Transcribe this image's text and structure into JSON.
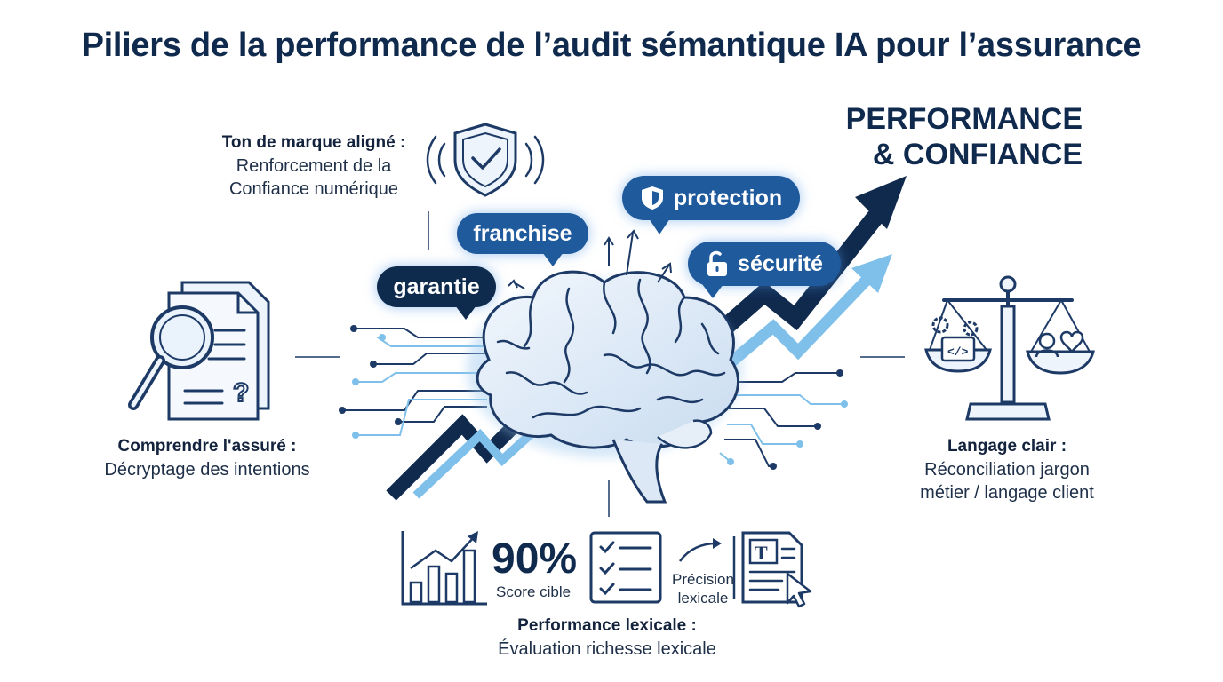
{
  "title": "Piliers de la performance de l’audit sémantique IA pour l’assurance",
  "performance": {
    "line1": "PERFORMANCE",
    "line2": "& CONFIANCE"
  },
  "pillars": {
    "brand": {
      "heading": "Ton de marque aligné :",
      "line1": "Renforcement de la",
      "line2": "Confiance numérique"
    },
    "insured": {
      "heading": "Comprendre l'assuré :",
      "line1": "Décryptage des intentions"
    },
    "language": {
      "heading": "Langage clair :",
      "line1": "Réconciliation jargon",
      "line2": "métier / langage client"
    },
    "lexical": {
      "heading": "Performance lexicale :",
      "line1": "Évaluation richesse lexicale"
    }
  },
  "bubbles": {
    "garantie": "garantie",
    "franchise": "franchise",
    "protection": "protection",
    "securite": "sécurité"
  },
  "metrics": {
    "score": "90%",
    "score_label": "Score cible",
    "precision_line1": "Précision",
    "precision_line2": "lexicale"
  },
  "colors": {
    "navy": "#102a4e",
    "blue": "#1f5a9c",
    "light_blue": "#7fc0ea",
    "icon_stroke": "#1d3a66"
  },
  "icons": [
    "shield-check-icon",
    "magnifier-document-icon",
    "scale-icon",
    "brain-icon",
    "growth-chart-icon",
    "checklist-icon",
    "text-document-cursor-icon",
    "lock-icon",
    "shield-icon"
  ]
}
